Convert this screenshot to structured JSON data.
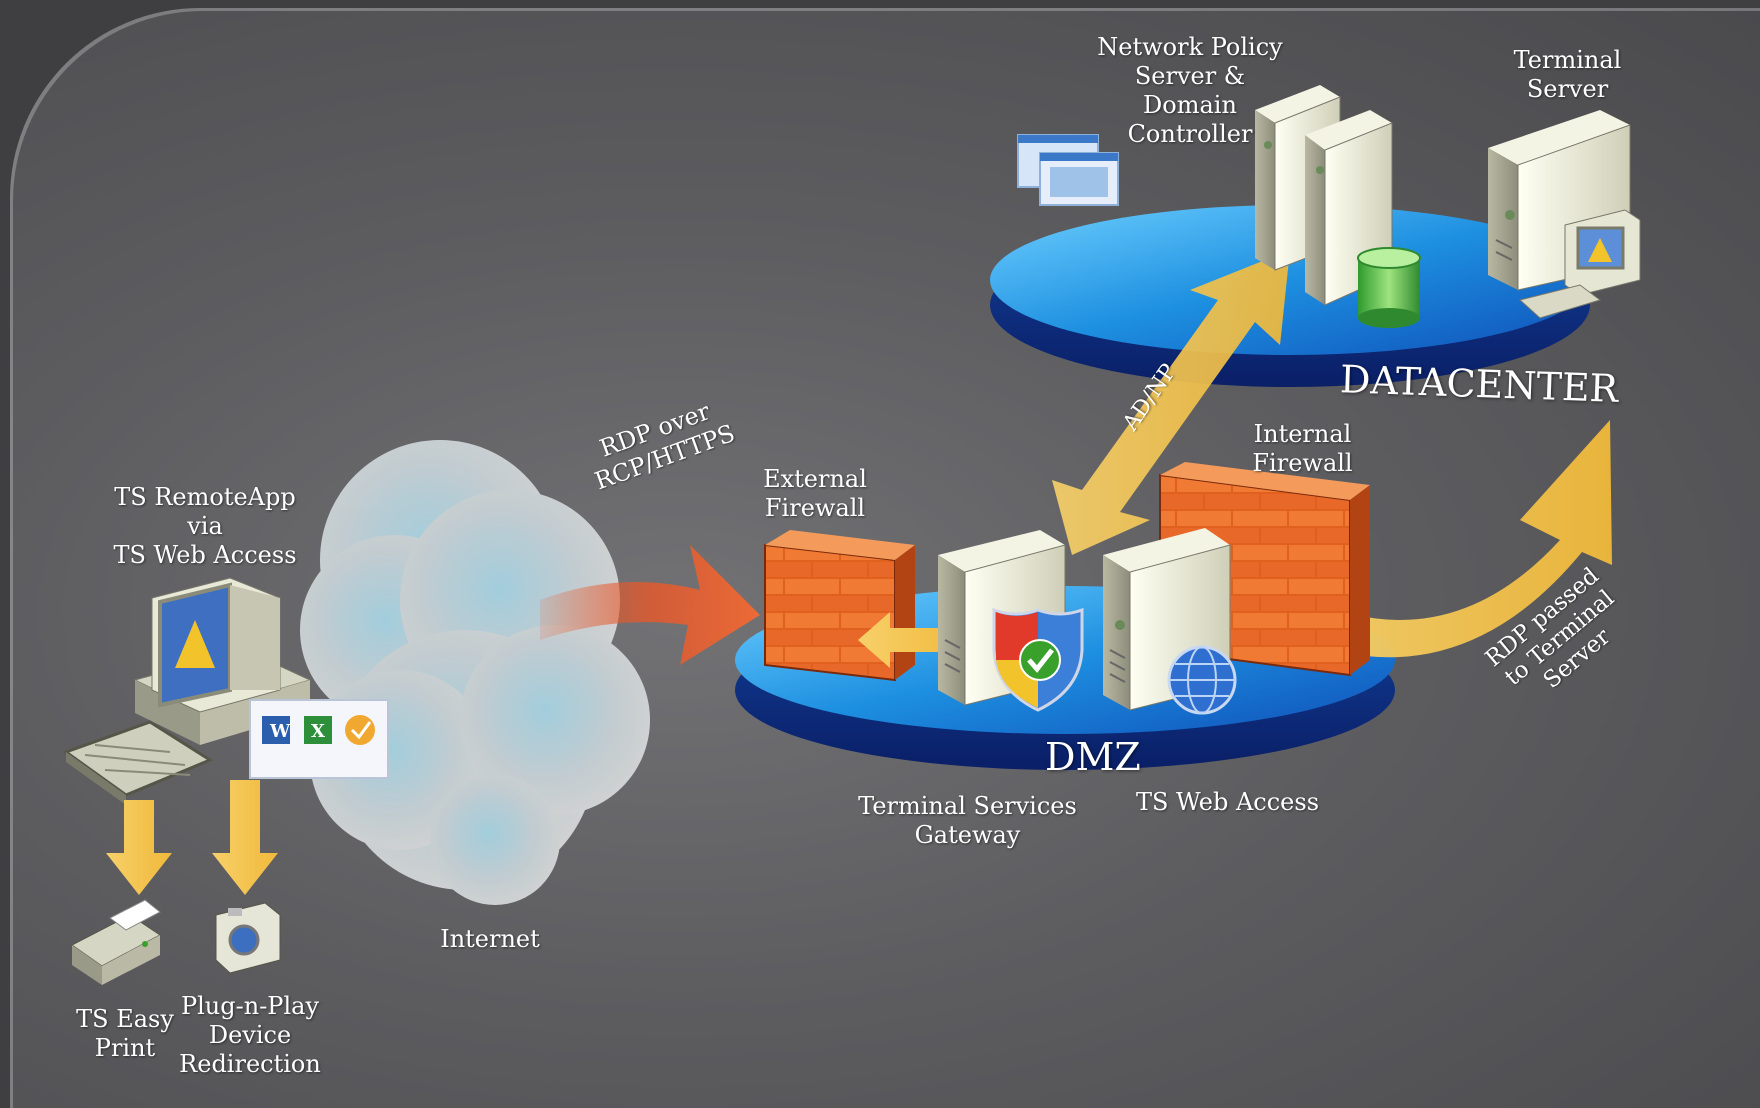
{
  "labels": {
    "remoteapp": "TS RemoteApp\nvia\nTS Web Access",
    "easy_print": "TS Easy\nPrint",
    "pnp": "Plug-n-Play\nDevice\nRedirection",
    "internet": "Internet",
    "rdp_over": "RDP over\nRCP/HTTPS",
    "ext_firewall": "External\nFirewall",
    "int_firewall": "Internal\nFirewall",
    "nps": "Network Policy\nServer &\nDomain\nController",
    "terminal_server": "Terminal\nServer",
    "datacenter": "DATACENTER",
    "dmz": "DMZ",
    "ts_gateway": "Terminal Services\nGateway",
    "ts_web_access": "TS  Web Access",
    "adnp": "AD/NP",
    "rdp_passed": "RDP passed\nto Terminal\nServer"
  },
  "icons": [
    "client-computer-icon",
    "keyboard-icon",
    "office-apps-icon",
    "printer-icon",
    "camera-icon",
    "internet-cloud-icon",
    "external-firewall-icon",
    "gateway-server-icon",
    "shield-icon",
    "web-access-server-icon",
    "globe-icon",
    "internal-firewall-icon",
    "nps-server-icon",
    "database-icon",
    "terminal-server-icon",
    "remoteapp-windows-icon"
  ],
  "colors": {
    "background": "#5d5d60",
    "platform": "#1f7fd0",
    "arrow_yellow": "#f3c34a",
    "arrow_orange": "#e8582a",
    "firewall": "#d9551c",
    "text": "#ffffff"
  }
}
